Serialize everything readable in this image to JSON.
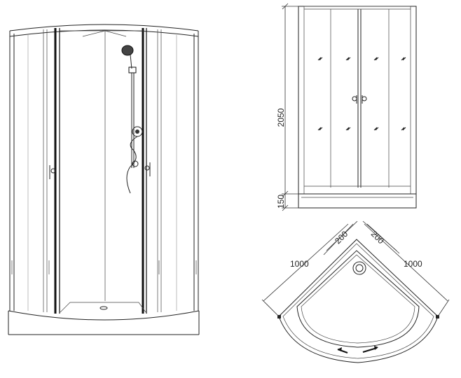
{
  "dimensions": {
    "height_total": "2050",
    "height_base": "150",
    "width_left": "1000",
    "width_right": "1000",
    "offset_left": "200",
    "offset_right": "200"
  }
}
